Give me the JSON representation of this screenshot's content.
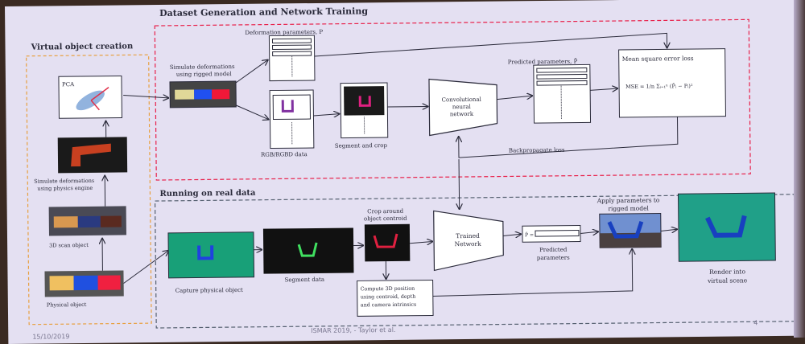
{
  "slide": {
    "training_title": "Dataset Generation and Network Training",
    "virtual_title": "Virtual object creation",
    "real_title": "Running on real data",
    "pca_label": "PCA",
    "physics_label": [
      "Simulate deformations",
      "using physics engine"
    ],
    "scan_label": "3D scan object",
    "physical_label": "Physical object",
    "rigged_label": [
      "Simulate deformations",
      "using rigged model"
    ],
    "deform_label": "Deformation parameters, P",
    "rgb_label": "RGB/RGBD data",
    "segcrop_label": "Segment and crop",
    "cnn_label": [
      "Convolutional",
      "neural",
      "network"
    ],
    "predicted_label": "Predicted parameters, P̂",
    "mse_title": "Mean square error loss",
    "mse_formula": "MSE = 1/n Σᵢ₌₁ⁿ (P̂ᵢ − Pᵢ)²",
    "backprop_label": "Backpropagate loss",
    "capture_label": "Capture physical object",
    "segment_label": "Segment data",
    "crop_label": [
      "Crop around",
      "object centroid"
    ],
    "compute_label": [
      "Compute 3D position",
      "using centroid, depth",
      "and camera intrinsics"
    ],
    "trained_label": [
      "Trained",
      "Network"
    ],
    "phat_label": "P̂ =",
    "pred_params_label": [
      "Predicted",
      "parameters"
    ],
    "apply_label": [
      "Apply parameters to",
      "rigged model"
    ],
    "render_label": [
      "Render into",
      "virtual scene"
    ]
  },
  "footer": {
    "date": "15/10/2019",
    "citation": "ISMAR 2019, - Taylor et al.",
    "page": "4"
  },
  "colors": {
    "red_dash": "#e8204a",
    "orange_dash": "#e8a040",
    "gray_dash": "#556070",
    "bg": "#e4e0f2"
  }
}
